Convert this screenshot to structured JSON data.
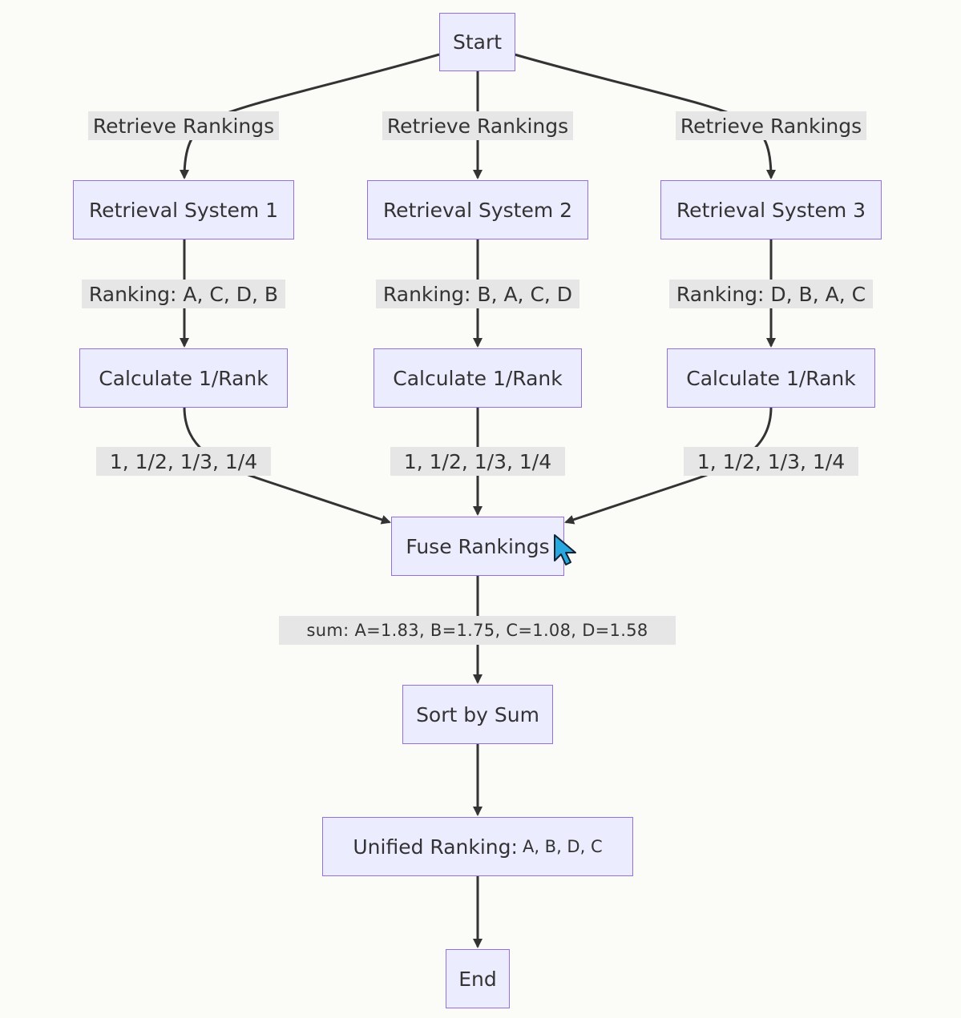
{
  "nodes": {
    "start": "Start",
    "sys1": "Retrieval System 1",
    "sys2": "Retrieval System 2",
    "sys3": "Retrieval System 3",
    "calc1": "Calculate 1/Rank",
    "calc2": "Calculate 1/Rank",
    "calc3": "Calculate 1/Rank",
    "fuse": "Fuse Rankings",
    "sort": "Sort by Sum",
    "unified_label": "Unified Ranking:",
    "unified_value": "A, B, D, C",
    "end": "End"
  },
  "edge_labels": {
    "retrieve1": "Retrieve Rankings",
    "retrieve2": "Retrieve Rankings",
    "retrieve3": "Retrieve Rankings",
    "ranking1": "Ranking: A, C, D, B",
    "ranking2": "Ranking: B, A, C, D",
    "ranking3": "Ranking: D, B, A, C",
    "recip1": "1, 1/2, 1/3, 1/4",
    "recip2": "1, 1/2, 1/3, 1/4",
    "recip3": "1, 1/2, 1/3, 1/4",
    "sum": "sum: A=1.83, B=1.75, C=1.08, D=1.58"
  },
  "colors": {
    "node_fill": "#ececff",
    "node_border": "#9370db",
    "edge": "#333333",
    "edge_label_bg": "#e6e6e6",
    "cursor": "#29a8e0"
  },
  "icons": {
    "cursor": "mouse-pointer-icon"
  }
}
